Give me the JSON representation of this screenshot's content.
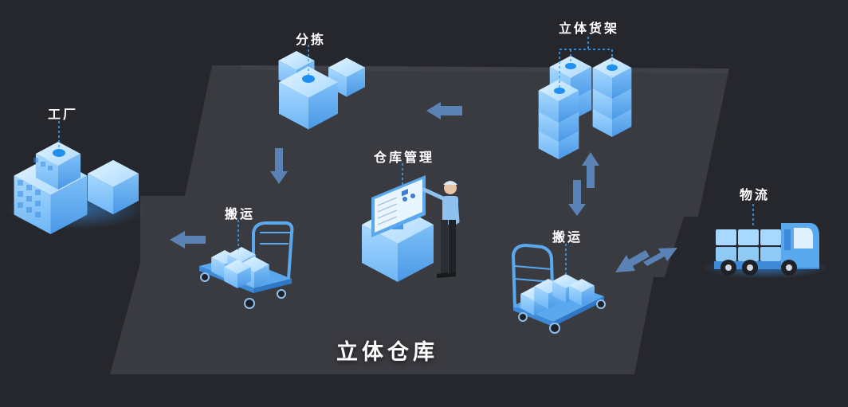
{
  "labels": {
    "factory": "工厂",
    "sorting": "分拣",
    "rack": "立体货架",
    "warehouse_mgmt": "仓库管理",
    "handling_left": "搬运",
    "handling_right": "搬运",
    "logistics": "物流"
  },
  "title": "立体仓库",
  "colors": {
    "background": "#26272c",
    "floor": "#3a3b41",
    "cube_top": "#c9eaff",
    "cube_left": "#8fcaf5",
    "cube_right": "#5aa8ee",
    "arrow": "#5b82b4",
    "line": "#3fa7ff"
  },
  "icons": [
    "factory-icon",
    "sorting-cubes-icon",
    "storage-rack-icon",
    "management-terminal-icon",
    "worker-icon",
    "cart-icon",
    "truck-icon",
    "arrow-icon"
  ]
}
